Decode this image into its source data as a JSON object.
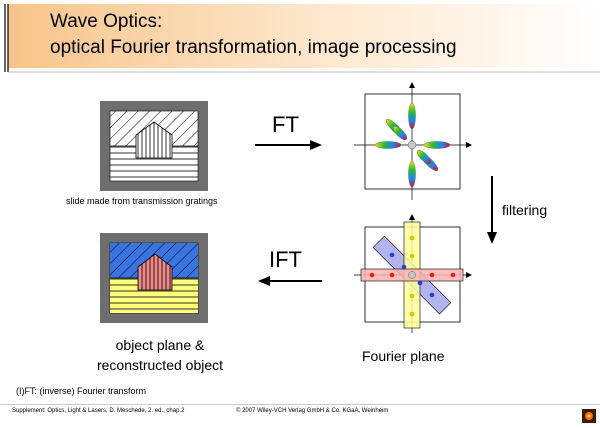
{
  "slide": {
    "title_line1": "Wave Optics:",
    "title_line2": "optical Fourier transformation, image processing",
    "slide_label": "slide made from transmission gratings",
    "ft_label": "FT",
    "ift_label": "IFT",
    "filtering_label": "filtering",
    "object_label_line1": "object plane &",
    "object_label_line2": "reconstructed object",
    "fourier_label": "Fourier plane",
    "note": "(I)FT: (inverse) Fourier transform"
  },
  "footer": {
    "supplement": "Supplement: Optics, Light & Lasers, D. Meschede, 2. ed., chap.2",
    "copyright": "© 2007 Wiley-VCH Verlag GmbH & Co. KGaA, Weinheim"
  },
  "colors": {
    "title_bar": "#f7c48a",
    "frame_gray": "#6e6e6e",
    "blue_region": "#3a74e0",
    "yellow_region": "#ffff80",
    "pink_house": "#f08a8a",
    "filter_blue": "#9a9ae8",
    "filter_yellow": "#ffff99",
    "filter_red": "#ffb3b3"
  }
}
